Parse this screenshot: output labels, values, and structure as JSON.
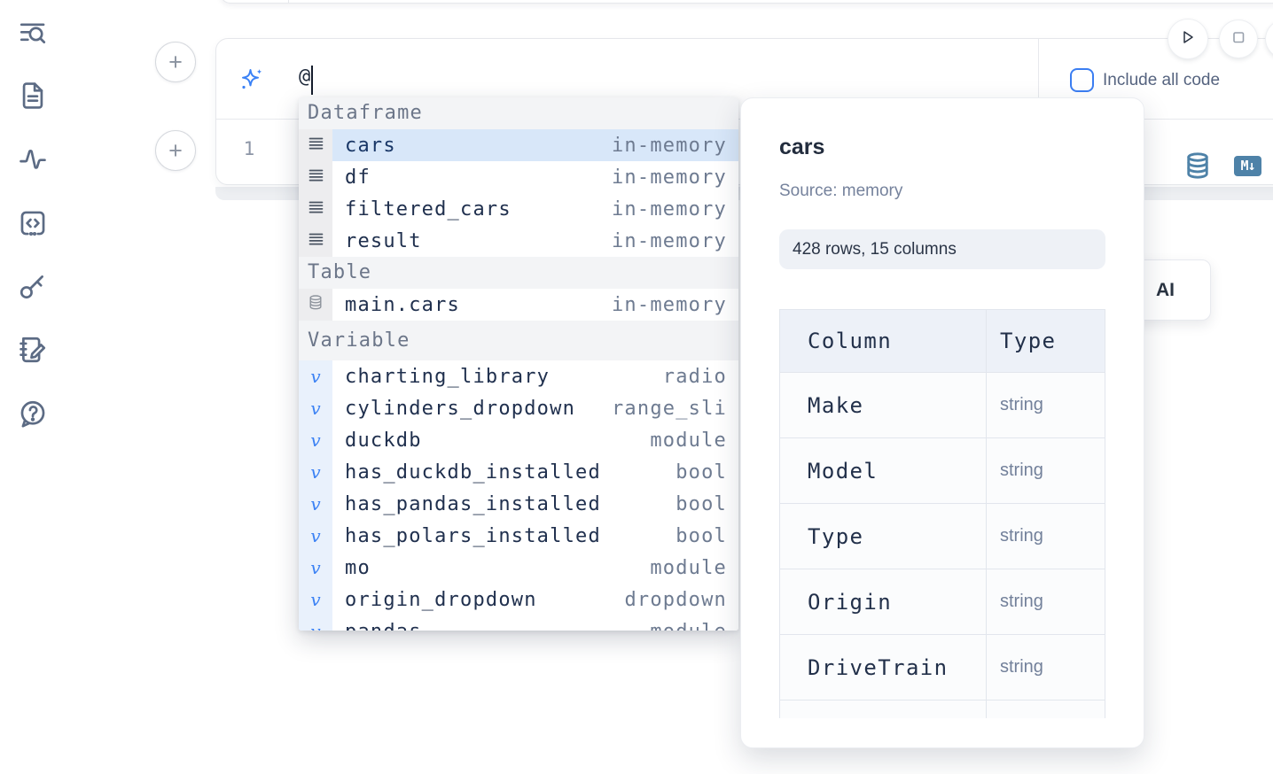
{
  "sidebar": {
    "items": [
      {
        "icon": "list-search-icon"
      },
      {
        "icon": "document-icon"
      },
      {
        "icon": "activity-icon"
      },
      {
        "icon": "code-square-icon"
      },
      {
        "icon": "key-icon"
      },
      {
        "icon": "notebook-edit-icon"
      },
      {
        "icon": "help-chat-icon"
      }
    ]
  },
  "icons": {
    "plus": "+",
    "markdown_badge": "M↓",
    "variable_glyph": "v"
  },
  "cell": {
    "ai_prompt": {
      "value": "@"
    },
    "include_all_code": {
      "label": "Include all code",
      "checked": false
    },
    "editor": {
      "line_number": "1"
    }
  },
  "ai_button": {
    "label": "AI"
  },
  "autocomplete": {
    "sections": [
      {
        "label": "Dataframe",
        "items": [
          {
            "name": "cars",
            "type": "in-memory",
            "selected": true
          },
          {
            "name": "df",
            "type": "in-memory",
            "selected": false
          },
          {
            "name": "filtered_cars",
            "type": "in-memory",
            "selected": false
          },
          {
            "name": "result",
            "type": "in-memory",
            "selected": false
          }
        ]
      },
      {
        "label": "Table",
        "items": [
          {
            "name": "main.cars",
            "type": "in-memory",
            "selected": false
          }
        ]
      },
      {
        "label": "Variable",
        "items": [
          {
            "name": "charting_library",
            "type": "radio",
            "selected": false
          },
          {
            "name": "cylinders_dropdown",
            "type": "range_sli",
            "selected": false
          },
          {
            "name": "duckdb",
            "type": "module",
            "selected": false
          },
          {
            "name": "has_duckdb_installed",
            "type": "bool",
            "selected": false
          },
          {
            "name": "has_pandas_installed",
            "type": "bool",
            "selected": false
          },
          {
            "name": "has_polars_installed",
            "type": "bool",
            "selected": false
          },
          {
            "name": "mo",
            "type": "module",
            "selected": false
          },
          {
            "name": "origin_dropdown",
            "type": "dropdown",
            "selected": false
          },
          {
            "name": "pandas",
            "type": "module",
            "selected": false
          }
        ]
      }
    ]
  },
  "preview": {
    "title": "cars",
    "source": "Source: memory",
    "shape": "428 rows, 15 columns",
    "table": {
      "headers": [
        "Column",
        "Type"
      ],
      "rows": [
        {
          "column": "Make",
          "type": "string"
        },
        {
          "column": "Model",
          "type": "string"
        },
        {
          "column": "Type",
          "type": "string"
        },
        {
          "column": "Origin",
          "type": "string"
        },
        {
          "column": "DriveTrain",
          "type": "string"
        }
      ]
    }
  },
  "colors": {
    "accent_blue": "#3b82f6",
    "steel_blue": "#4e82a8",
    "selected_row_bg": "#d8e7f9",
    "icon_slate": "#5c6b84",
    "text_dark": "#20304e",
    "text_muted": "#6e7b91"
  }
}
